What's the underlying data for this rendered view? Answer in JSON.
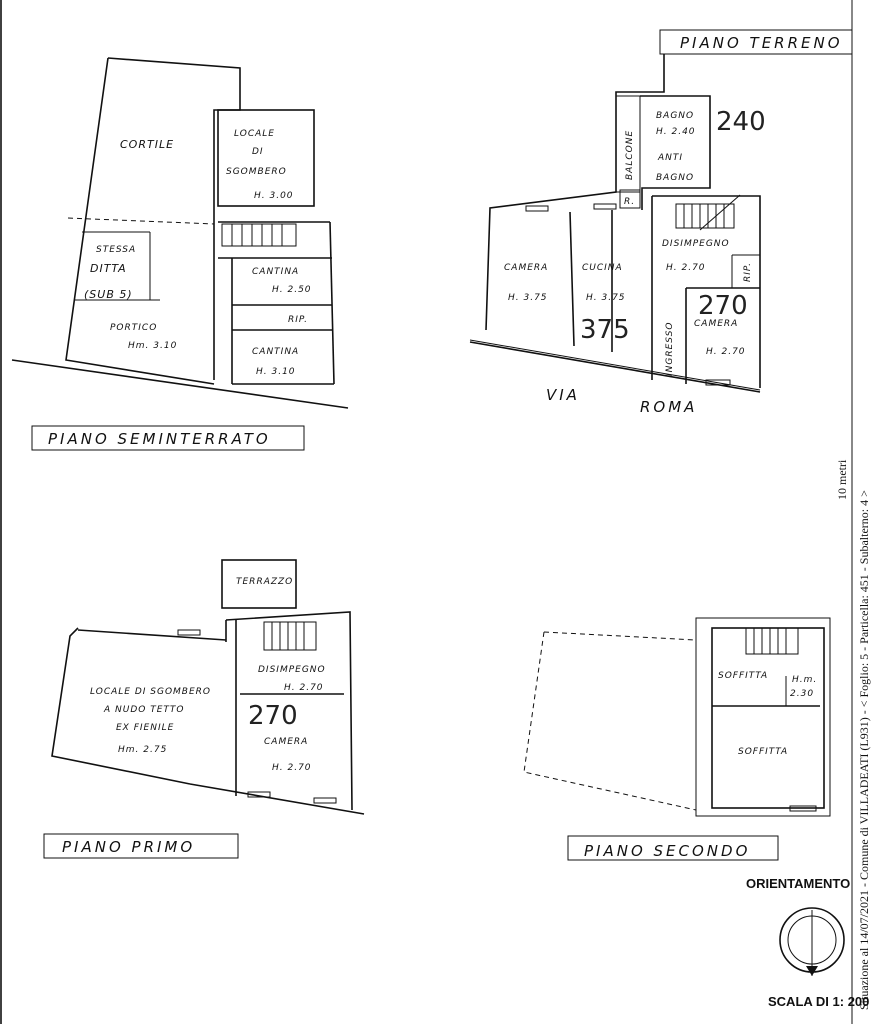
{
  "floors": {
    "terreno": {
      "title": "PIANO TERRENO",
      "rooms": {
        "bagno": "BAGNO",
        "bagno_h": "H. 2.40",
        "anti": "ANTI",
        "bagno2": "BAGNO",
        "balcone": "BALCONE",
        "r": "R.",
        "disimpegno": "DISIMPEGNO",
        "disimpegno_h": "H. 2.70",
        "camera1": "CAMERA",
        "camera1_h": "H. 3.75",
        "cucina": "CUCINA",
        "cucina_h": "H. 3.75",
        "ingresso": "INGRESSO",
        "rip": "RIP.",
        "camera2": "CAMERA",
        "camera2_h": "H. 2.70"
      },
      "street1": "VIA",
      "street2": "ROMA",
      "hand1": "240",
      "hand2": "375",
      "hand3": "270"
    },
    "seminterrato": {
      "title": "PIANO SEMINTERRATO",
      "rooms": {
        "cortile": "CORTILE",
        "locale": "LOCALE",
        "di": "DI",
        "sgombero": "SGOMBERO",
        "locale_h": "H. 3.00",
        "stessa": "STESSA",
        "ditta": "DITTA",
        "sub": "(SUB 5)",
        "cantina1": "CANTINA",
        "cantina1_h": "H. 2.50",
        "rip": "RIP.",
        "portico": "PORTICO",
        "portico_h": "Hm. 3.10",
        "cantina2": "CANTINA",
        "cantina2_h": "H. 3.10"
      }
    },
    "primo": {
      "title": "PIANO PRIMO",
      "rooms": {
        "terrazzo": "TERRAZZO",
        "disimpegno": "DISIMPEGNO",
        "disimpegno_h": "H. 2.70",
        "locale1": "LOCALE DI SGOMBERO",
        "locale2": "A NUDO TETTO",
        "locale3": "EX FIENILE",
        "locale_h": "Hm. 2.75",
        "camera": "CAMERA",
        "camera_h": "H. 2.70"
      },
      "hand": "270"
    },
    "secondo": {
      "title": "PIANO SECONDO",
      "rooms": {
        "soffitta1": "SOFFITTA",
        "hm": "H.m.",
        "hm_v": "2.30",
        "soffitta2": "SOFFITTA"
      }
    }
  },
  "orientamento": "ORIENTAMENTO",
  "scala": "SCALA DI 1: 200",
  "side_note1": "10 metri",
  "side_note2": "Situazione al 14/07/2021 - Comune di VILLADEATI (L931) - < Foglio: 5 - Particella: 451 - Subalterno: 4 >"
}
